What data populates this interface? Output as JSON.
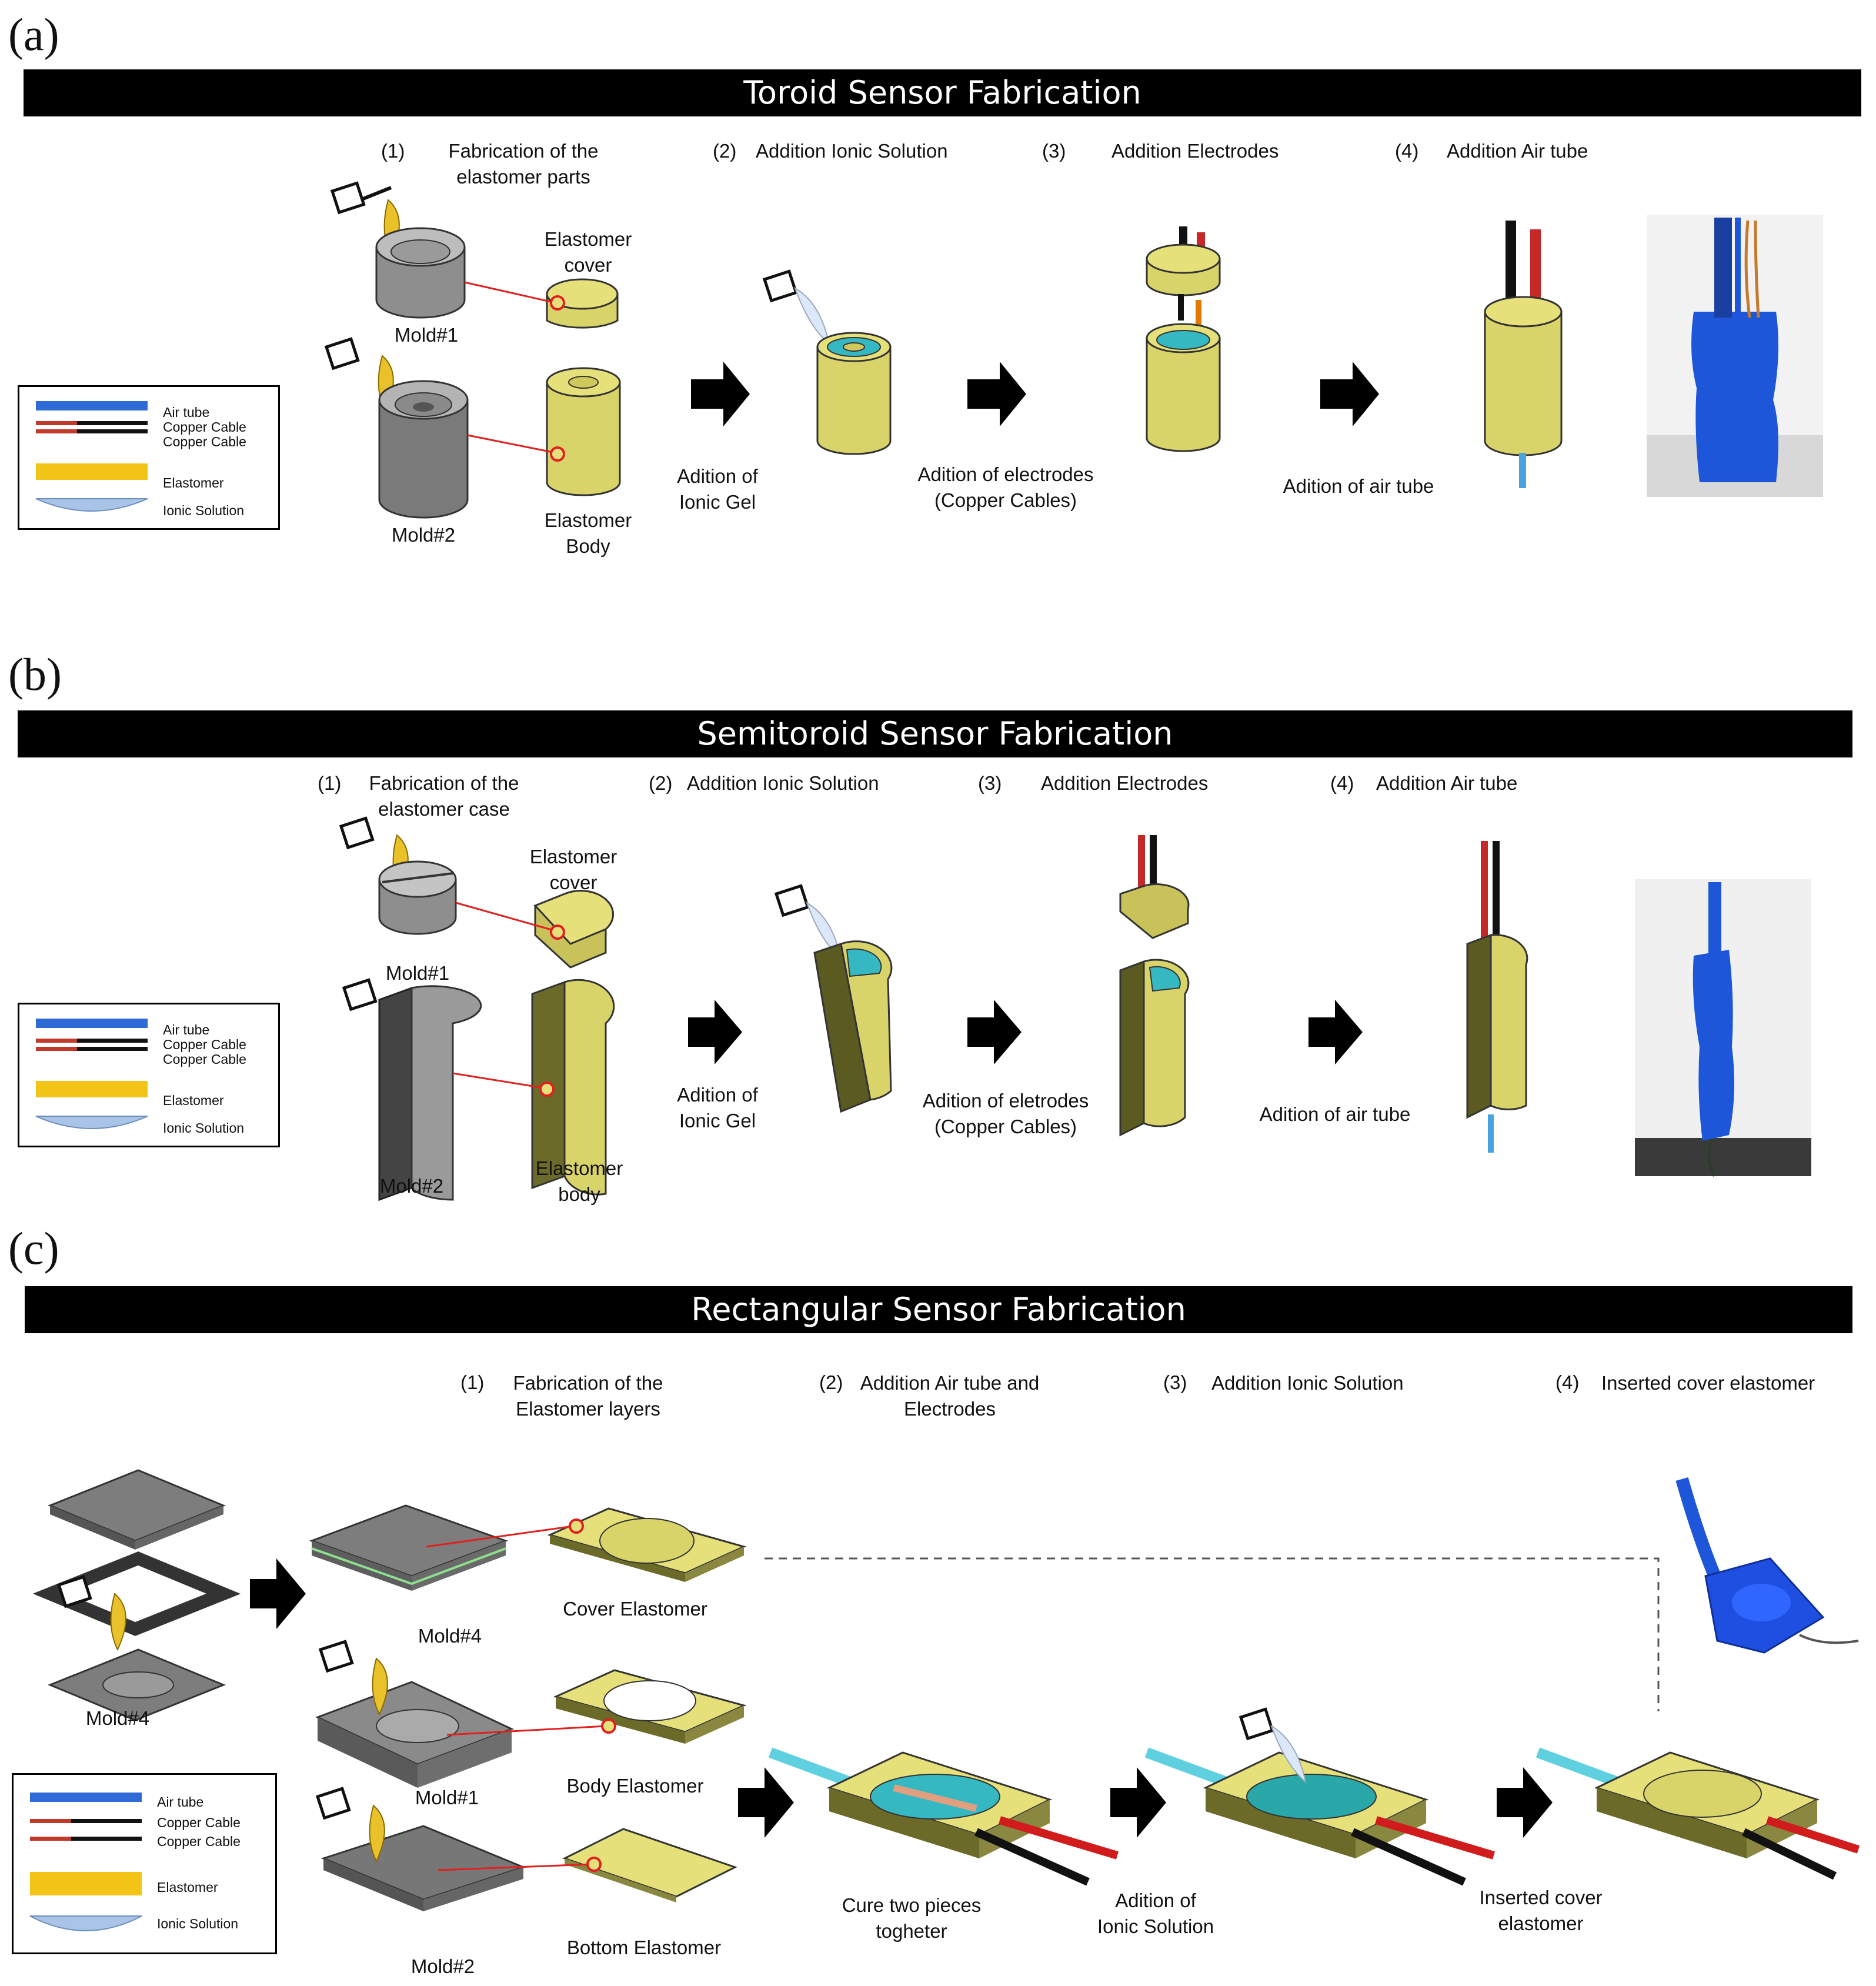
{
  "panels": {
    "a": {
      "letter": "(a)",
      "title": "Toroid Sensor Fabrication",
      "steps": [
        {
          "num": "(1)",
          "title": "Fabrication of the\nelastomer parts"
        },
        {
          "num": "(2)",
          "title": "Addition Ionic Solution"
        },
        {
          "num": "(3)",
          "title": "Addition Electrodes"
        },
        {
          "num": "(4)",
          "title": "Addition Air tube"
        }
      ],
      "labels": {
        "mold1": "Mold#1",
        "mold2": "Mold#2",
        "cover": "Elastomer\ncover",
        "body": "Elastomer\nBody",
        "gel": "Adition of\nIonic Gel",
        "electrodes": "Adition of electrodes\n(Copper Cables)",
        "airtube": "Adition of air tube"
      }
    },
    "b": {
      "letter": "(b)",
      "title": "Semitoroid Sensor Fabrication",
      "steps": [
        {
          "num": "(1)",
          "title": "Fabrication of the\nelastomer case"
        },
        {
          "num": "(2)",
          "title": "Addition Ionic Solution"
        },
        {
          "num": "(3)",
          "title": "Addition Electrodes"
        },
        {
          "num": "(4)",
          "title": "Addition Air tube"
        }
      ],
      "labels": {
        "mold1": "Mold#1",
        "mold2": "Mold#2",
        "cover": "Elastomer\ncover",
        "body": "Elastomer\nbody",
        "gel": "Adition of\nIonic Gel",
        "electrodes": "Adition of eletrodes\n(Copper Cables)",
        "airtube": "Adition of air tube"
      }
    },
    "c": {
      "letter": "(c)",
      "title": "Rectangular Sensor Fabrication",
      "steps": [
        {
          "num": "(1)",
          "title": "Fabrication of the\nElastomer layers"
        },
        {
          "num": "(2)",
          "title": "Addition Air tube and\nElectrodes"
        },
        {
          "num": "(3)",
          "title": "Addition Ionic Solution"
        },
        {
          "num": "(4)",
          "title": "Inserted cover elastomer"
        }
      ],
      "labels": {
        "mold4a": "Mold#4",
        "mold4b": "Mold#4",
        "mold1": "Mold#1",
        "mold2": "Mold#2",
        "cover": "Cover Elastomer",
        "body": "Body Elastomer",
        "bottom": "Bottom Elastomer",
        "cure": "Cure two pieces\ntogheter",
        "ionic": "Adition of\nIonic Solution",
        "inserted": "Inserted cover\nelastomer"
      }
    }
  },
  "legend": {
    "items": [
      "Air tube",
      "Copper Cable",
      "Copper Cable",
      "Elastomer",
      "Ionic Solution"
    ],
    "colors": {
      "air": "#2f6bd6",
      "copper_red": "#c0392b",
      "copper_black": "#111111",
      "elastomer": "#f2c418",
      "ionic": "#a9c4e6"
    }
  },
  "colors": {
    "elastomer_fill": "#e6e07a",
    "elastomer_dark": "#5b5a20",
    "mold_grey": "#9a9a9a",
    "ionic_teal": "#36b8c2",
    "photo_blue": "#1d56d8",
    "accent_red": "#e02020"
  }
}
